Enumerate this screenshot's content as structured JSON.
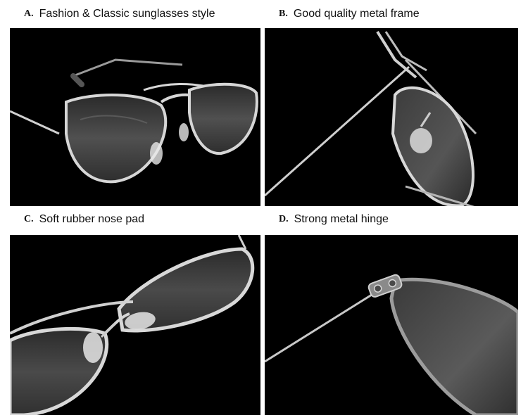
{
  "panels": [
    {
      "letter": "A.",
      "caption": "Fashion & Classic sunglasses style"
    },
    {
      "letter": "B.",
      "caption": "Good quality metal frame"
    },
    {
      "letter": "C.",
      "caption": "Soft rubber nose pad"
    },
    {
      "letter": "D.",
      "caption": "Strong metal hinge"
    }
  ],
  "colors": {
    "background": "#000000",
    "frame": "#c9c9c9",
    "lens": "#3a3a3a"
  }
}
